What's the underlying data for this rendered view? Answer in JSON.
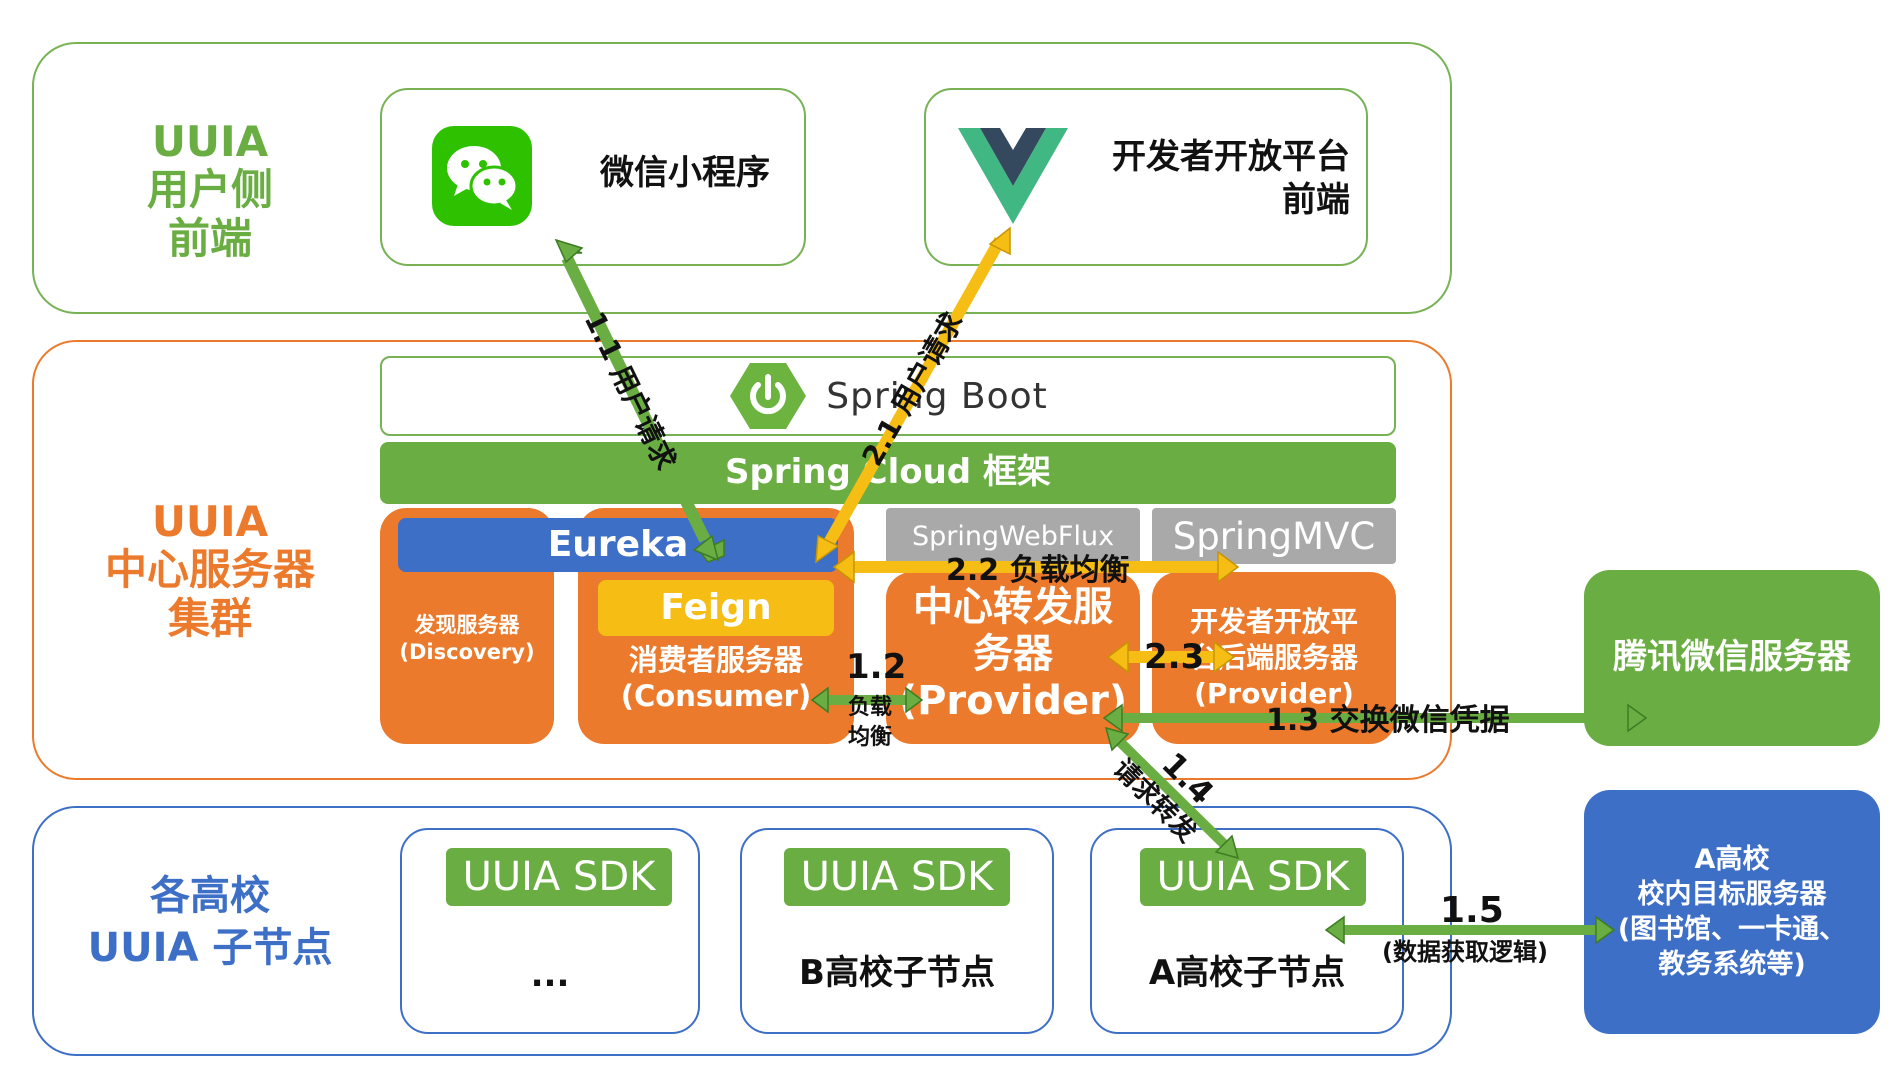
{
  "layers": {
    "frontend": {
      "label": "UUIA\n用户侧\n前端"
    },
    "cluster": {
      "label": "UUIA\n中心服务器\n集群"
    },
    "nodes": {
      "label": "各高校\nUUIA 子节点"
    }
  },
  "frontend": {
    "wechat": {
      "label": "微信小程序",
      "icon": "wechat-icon"
    },
    "openplatform": {
      "label": "开发者开放平台\n前端",
      "icon": "vue-logo-icon"
    }
  },
  "cluster": {
    "spring_boot": {
      "label": "Spring Boot",
      "icon": "power-icon"
    },
    "spring_cloud": {
      "label": "Spring Cloud 框架"
    },
    "eureka": {
      "label": "Eureka"
    },
    "discovery": {
      "label": "发现服务器\n(Discovery)"
    },
    "feign": {
      "label": "Feign"
    },
    "consumer": {
      "label": "消费者服务器\n(Consumer)"
    },
    "webflux": {
      "label": "SpringWebFlux"
    },
    "springmvc": {
      "label": "SpringMVC"
    },
    "forward": {
      "label": "中心转发服\n务器\n(Provider)"
    },
    "dev_backend": {
      "label": "开发者开放平\n台后端服务器\n(Provider)"
    }
  },
  "external": {
    "tencent": {
      "label": "腾讯微信服务器"
    },
    "school_server": {
      "label": "A高校\n校内目标服务器\n(图书馆、一卡通、\n教务系统等)"
    }
  },
  "nodes": {
    "sdk_label": "UUIA SDK",
    "items": [
      {
        "label": "..."
      },
      {
        "label": "B高校子节点"
      },
      {
        "label": "A高校子节点"
      }
    ]
  },
  "arrows": {
    "a11": "1.1 用户请求",
    "a21": "2.1 用户请求",
    "a22": "2.2 负载均衡",
    "a12_num": "1.2",
    "a12_text": "负载\n均衡",
    "a23": "2.3",
    "a13": "1.3 交换微信凭据",
    "a14_num": "1.4",
    "a14_text": "请求转发",
    "a15_num": "1.5",
    "a15_text": "(数据获取逻辑)"
  },
  "colors": {
    "green": "#6aad42",
    "orange": "#eb7a2c",
    "blue": "#3d6fc7",
    "yellow": "#f6be14",
    "gray": "#a9a9a9"
  }
}
